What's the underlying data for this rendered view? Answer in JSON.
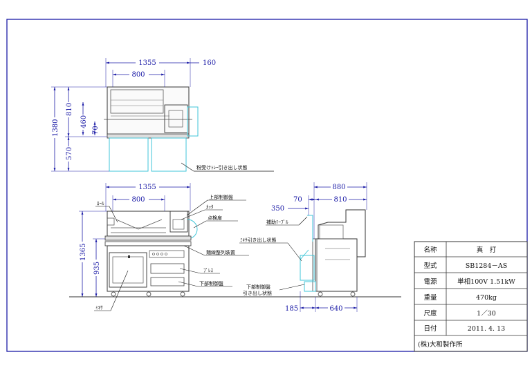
{
  "top_view": {
    "dims": {
      "overall_width": "1355",
      "inner_width": "800",
      "offset": "160",
      "total_height": "1380",
      "upper_height": "810",
      "mid_height": "460",
      "small": "70",
      "lower_height": "570"
    },
    "label_tray": "粉受けﾄﾚｰ引き出し状態"
  },
  "front_view": {
    "dims": {
      "overall_width": "1355",
      "inner_width": "800",
      "total_height": "1365",
      "lower_height": "935"
    },
    "labels": {
      "roll": "ﾛｰﾙ",
      "upper_panel": "上部制御盤",
      "cutter": "ｶｯﾀ",
      "inspection": "点検扉",
      "sorter": "麺線整列装置",
      "press": "ﾌﾟﾚｽ",
      "lower_panel": "下部制御盤",
      "mixer": "ﾐｷｻ"
    }
  },
  "side_view": {
    "dims": {
      "width": "880",
      "left": "70",
      "right": "810",
      "ext": "350",
      "bottom_left": "185",
      "bottom_right": "640"
    },
    "labels": {
      "tape": "補助ﾃｰﾌﾟﾙ",
      "mixer_out": "ﾐｷｻ引き出し状態",
      "panel_out_1": "下部制御盤",
      "panel_out_2": "引き出し状態"
    }
  },
  "title_block": {
    "rows": [
      {
        "label": "名称",
        "value": "真　打"
      },
      {
        "label": "型式",
        "value": "SB1284－AS"
      },
      {
        "label": "電源",
        "value": "単相100V  1.51kW"
      },
      {
        "label": "重量",
        "value": "470kg"
      },
      {
        "label": "尺度",
        "value": "1／30"
      },
      {
        "label": "日付",
        "value": "2011. 4. 13"
      }
    ],
    "company": "(株)大和製作所"
  }
}
